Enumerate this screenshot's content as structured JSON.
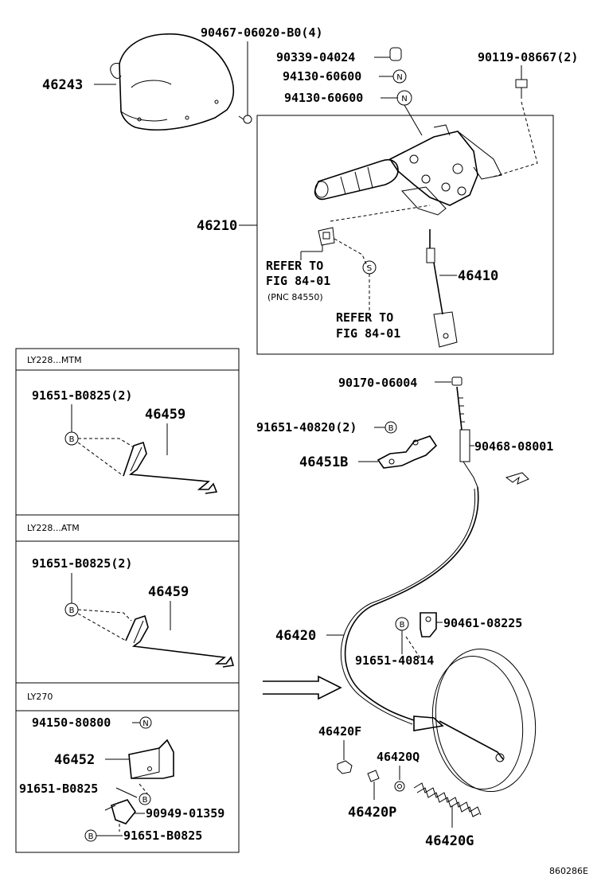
{
  "labels": {
    "p46243": "46243",
    "p90467": "90467-06020-B0(4)",
    "p90339": "90339-04024",
    "p94130a": "94130-60600",
    "p94130b": "94130-60600",
    "p90119": "90119-08667(2)",
    "p46210": "46210",
    "refer1a": "REFER TO",
    "refer1b": "FIG 84-01",
    "refer1c": "(PNC 84550)",
    "refer2a": "REFER TO",
    "refer2b": "FIG 84-01",
    "p46410": "46410",
    "p90170": "90170-06004",
    "p91651_40820": "91651-40820(2)",
    "p90468": "90468-08001",
    "p46451B": "46451B",
    "p46420": "46420",
    "p90461": "90461-08225",
    "p91651_40814": "91651-40814",
    "p46420F": "46420F",
    "p46420Q": "46420Q",
    "p46420P": "46420P",
    "p46420G": "46420G",
    "fig_code": "860286E"
  },
  "panels": {
    "mtm_title": "LY228...MTM",
    "mtm_bolt": "91651-B0825(2)",
    "mtm_part": "46459",
    "atm_title": "LY228...ATM",
    "atm_bolt": "91651-B0825(2)",
    "atm_part": "46459",
    "ly270_title": "LY270",
    "ly270_nut": "94150-80800",
    "ly270_part": "46452",
    "ly270_bolt1": "91651-B0825",
    "ly270_clip": "90949-01359",
    "ly270_bolt2": "91651-B0825"
  },
  "badges": {
    "n": "N",
    "b": "B",
    "s": "S"
  }
}
